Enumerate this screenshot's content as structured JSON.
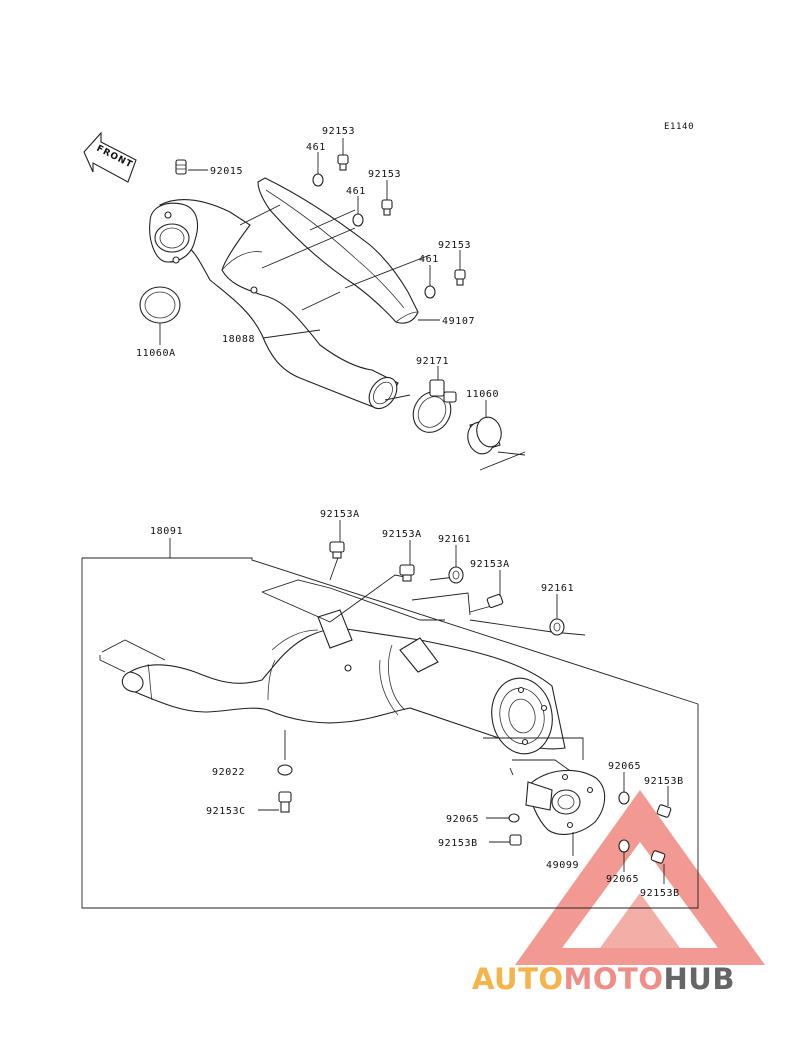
{
  "diagram_code": "E1140",
  "front_label": "FRONT",
  "brand": {
    "part1": "AUTO",
    "part2": "MOTO",
    "part3": "HUB",
    "color_auto": "#f5b44a",
    "color_moto": "#f08d87",
    "color_hub": "#666666",
    "triangle_color": "#ef8880"
  },
  "labels": {
    "p92015": "92015",
    "p461_a": "461",
    "p92153_a": "92153",
    "p461_b": "461",
    "p92153_b": "92153",
    "p92153_c": "92153",
    "p461_c": "461",
    "p49107": "49107",
    "p18088": "18088",
    "p11060A": "11060A",
    "p92171": "92171",
    "p11060": "11060",
    "p18091": "18091",
    "p92153A_a": "92153A",
    "p92153A_b": "92153A",
    "p92161_a": "92161",
    "p92153A_c": "92153A",
    "p92161_b": "92161",
    "p92065_a": "92065",
    "p92153B_a": "92153B",
    "p92022": "92022",
    "p92153C": "92153C",
    "p92065_b": "92065",
    "p92153B_b": "92153B",
    "p49099": "49099",
    "p92065_c": "92065",
    "p92153B_c": "92153B"
  }
}
